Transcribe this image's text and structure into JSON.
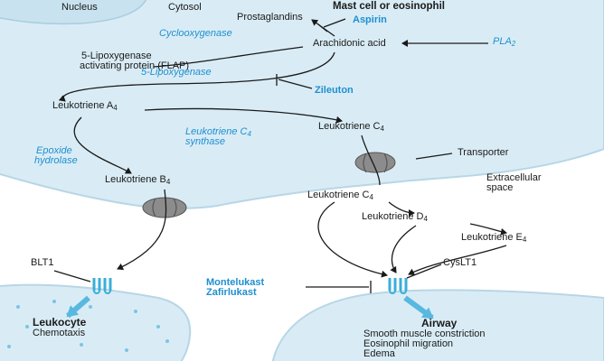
{
  "labels": {
    "nucleus": "Nucleus",
    "cytosol": "Cytosol",
    "mast_cell": "Mast cell or eosinophil",
    "prostaglandins": "Prostaglandins",
    "aspirin": "Aspirin",
    "cyclooxygenase": "Cyclooxygenase",
    "arachidonic_acid": "Arachidonic acid",
    "pla2": "PLA",
    "pla2_sub": "2",
    "flap_line1": "5-Lipoxygenase",
    "flap_line2": "activating protein (FLAP)",
    "lipoxygenase": "5-Lipoxygenase",
    "zileuton": "Zileuton",
    "lta4": "Leukotriene A",
    "lta4_sub": "4",
    "ltc4_synthase_1": "Leukotriene C",
    "ltc4_synthase_sub": "4",
    "ltc4_synthase_2": "synthase",
    "ltc4_in": "Leukotriene C",
    "ltc4_in_sub": "4",
    "epoxide_1": "Epoxide",
    "epoxide_2": "hydrolase",
    "transporter": "Transporter",
    "ltb4": "Leukotriene B",
    "ltb4_sub": "4",
    "extracellular_1": "Extracellular",
    "extracellular_2": "space",
    "ltc4_out": "Leukotriene C",
    "ltc4_out_sub": "4",
    "ltd4": "Leukotriene D",
    "ltd4_sub": "4",
    "lte4": "Leukotriene E",
    "lte4_sub": "4",
    "blt1": "BLT1",
    "cyslt1": "CysLT1",
    "montelukast": "Montelukast",
    "zafirlukast": "Zafirlukast",
    "leukocyte": "Leukocyte",
    "chemotaxis": "Chemotaxis",
    "airway": "Airway",
    "effect_1": "Smooth muscle constriction",
    "effect_2": "Eosinophil migration",
    "effect_3": "Edema"
  },
  "colors": {
    "drug_blue": "#1e8fd0",
    "cell_fill": "#d9ecf5",
    "cell_stroke": "#b8d6e6",
    "receptor": "#3aaed8",
    "channel": "#8c8c8c"
  }
}
